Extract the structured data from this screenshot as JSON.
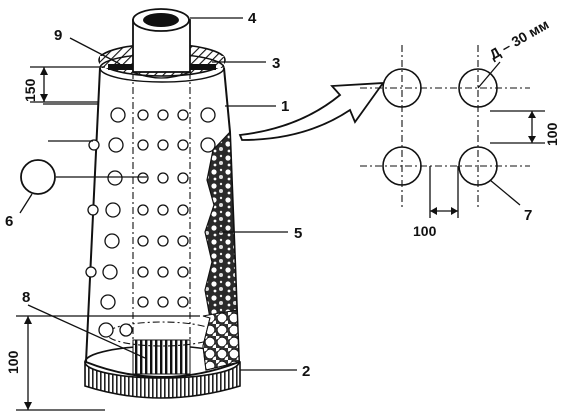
{
  "labels": {
    "n1": "1",
    "n2": "2",
    "n3": "3",
    "n4": "4",
    "n5": "5",
    "n6": "6",
    "n7": "7",
    "n8": "8",
    "n9": "9"
  },
  "dimensions": {
    "top_collar": "150",
    "bottom_height": "100",
    "hole_spacing_vertical": "100",
    "hole_spacing_horizontal": "100",
    "hole_diameter": "Д – 30 мм"
  }
}
